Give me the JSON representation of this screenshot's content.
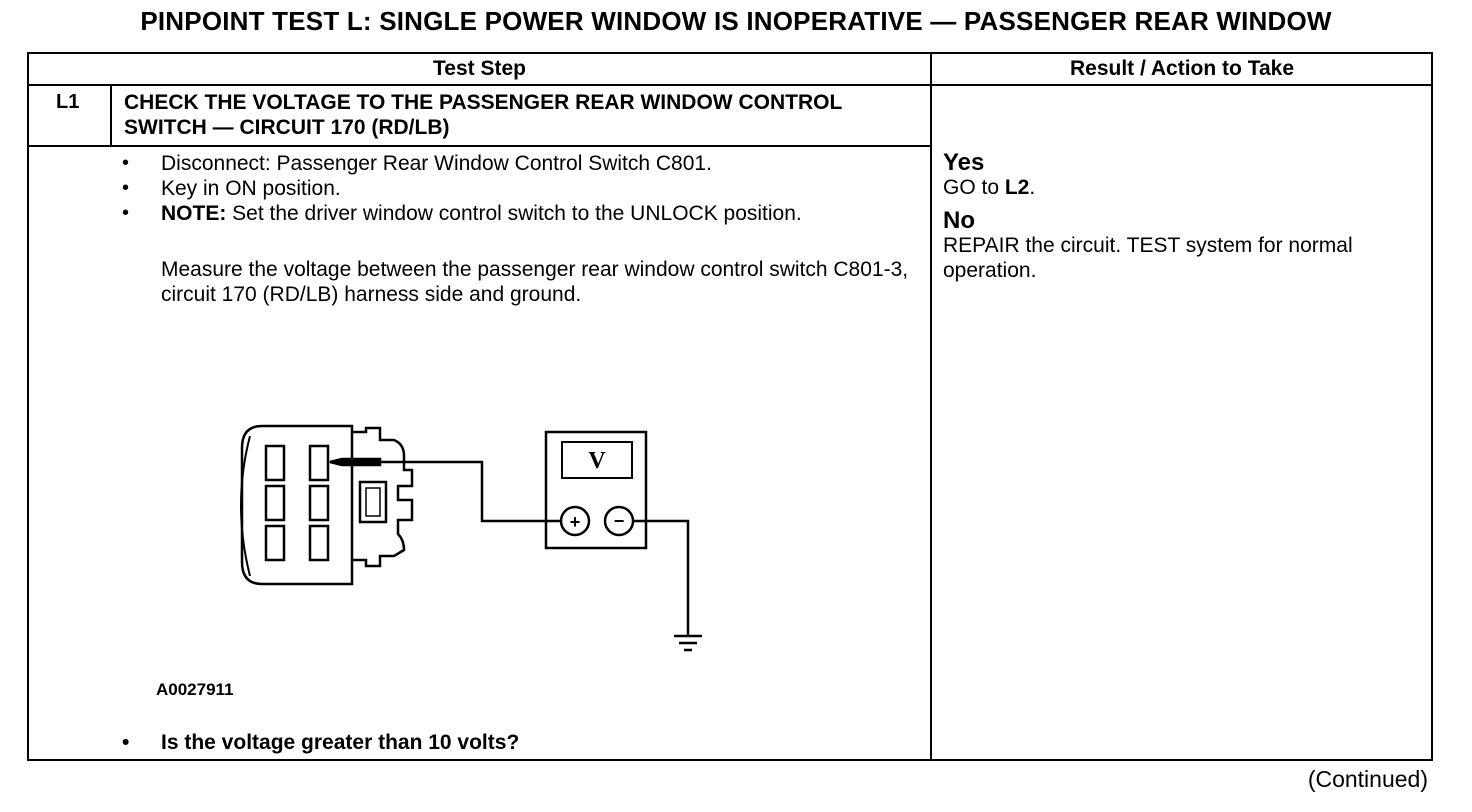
{
  "title": "PINPOINT TEST  L: SINGLE POWER WINDOW IS INOPERATIVE — PASSENGER REAR WINDOW",
  "table": {
    "headers": {
      "test_step": "Test Step",
      "result_action": "Result / Action to Take"
    },
    "step": {
      "id": "L1",
      "title": "CHECK THE VOLTAGE TO THE PASSENGER REAR WINDOW CONTROL SWITCH — CIRCUIT 170 (RD/LB)",
      "bullets": [
        {
          "text": "Disconnect: Passenger Rear Window Control Switch C801."
        },
        {
          "text": "Key in ON position."
        },
        {
          "prefix": "NOTE:",
          "text": " Set the driver window control switch to the UNLOCK position."
        }
      ],
      "measure_text": "Measure the voltage between the passenger rear window control switch C801-3, circuit 170 (RD/LB) harness side and ground.",
      "figure": {
        "id": "A0027911",
        "meter_symbol": "V",
        "plus_symbol": "+",
        "minus_symbol": "−"
      },
      "question": "Is the voltage greater than 10 volts?"
    },
    "results": {
      "yes_label": "Yes",
      "yes_prefix": "GO to ",
      "yes_target": "L2",
      "yes_suffix": ".",
      "no_label": "No",
      "no_text": "REPAIR the circuit. TEST system for normal operation."
    }
  },
  "footer": {
    "continued": "(Continued)"
  }
}
